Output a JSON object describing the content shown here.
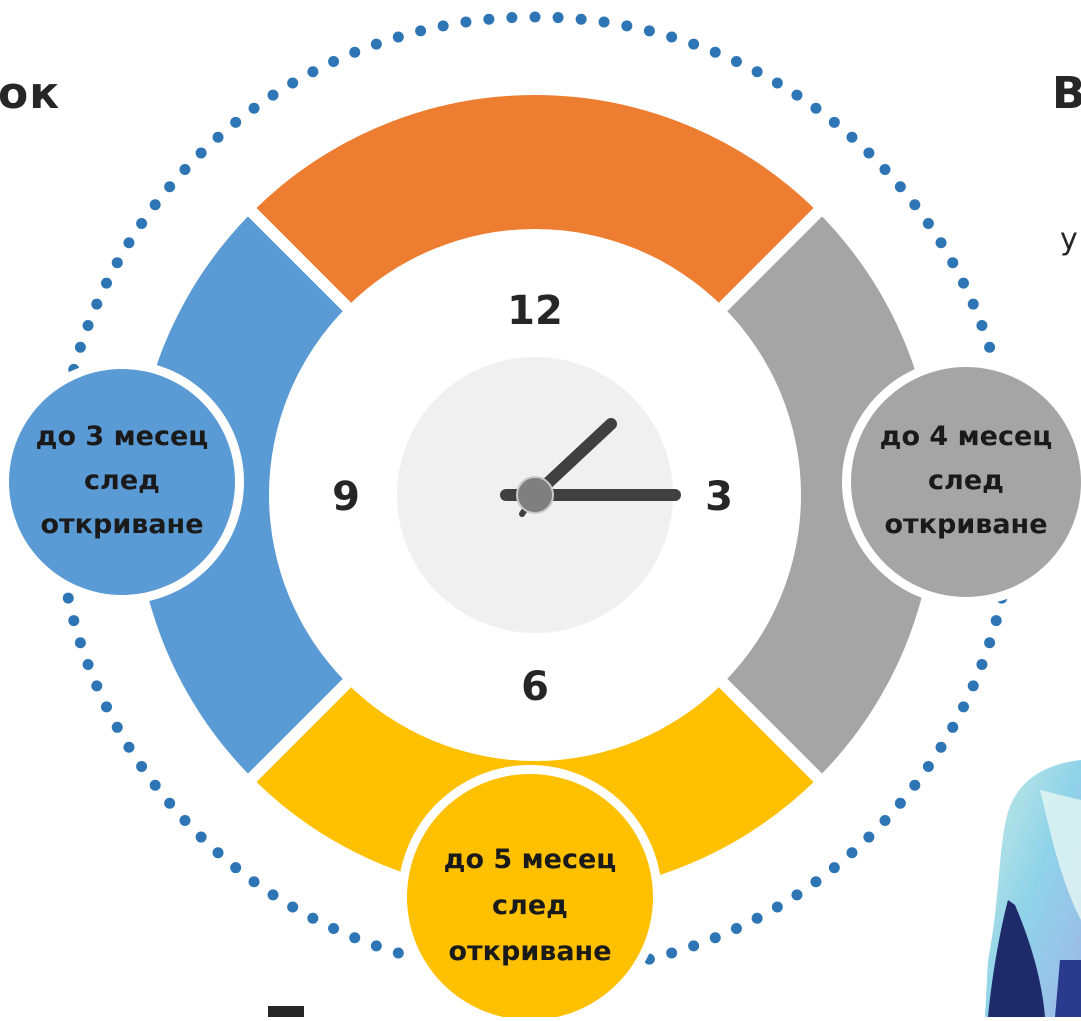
{
  "header": {
    "left_heading_fragment": "ок",
    "right_heading_fragment": "В",
    "right_text_fragment": "у"
  },
  "clock": {
    "numbers": {
      "twelve": "12",
      "three": "3",
      "six": "6",
      "nine": "9"
    },
    "time_shown": "3:07",
    "colors": {
      "top": "#ED7D31",
      "left": "#5B9BD5",
      "right": "#A5A5A5",
      "bottom": "#FFC000",
      "face": "#FFFFFF",
      "inner_disc": "#F0F0F0",
      "hands": "#404040",
      "pivot": "#7F7F7F",
      "dots": "#2E75B6"
    }
  },
  "badges": [
    {
      "id": "blue",
      "lines": [
        "до 3 месец",
        "след",
        "откриване"
      ],
      "color": "#5B9BD5"
    },
    {
      "id": "gray",
      "lines": [
        "до 4 месец",
        "след",
        "откриване"
      ],
      "color": "#A5A5A5"
    },
    {
      "id": "yellow",
      "lines": [
        "до 5 месец",
        "след",
        "откриване"
      ],
      "color": "#FFC000"
    }
  ]
}
